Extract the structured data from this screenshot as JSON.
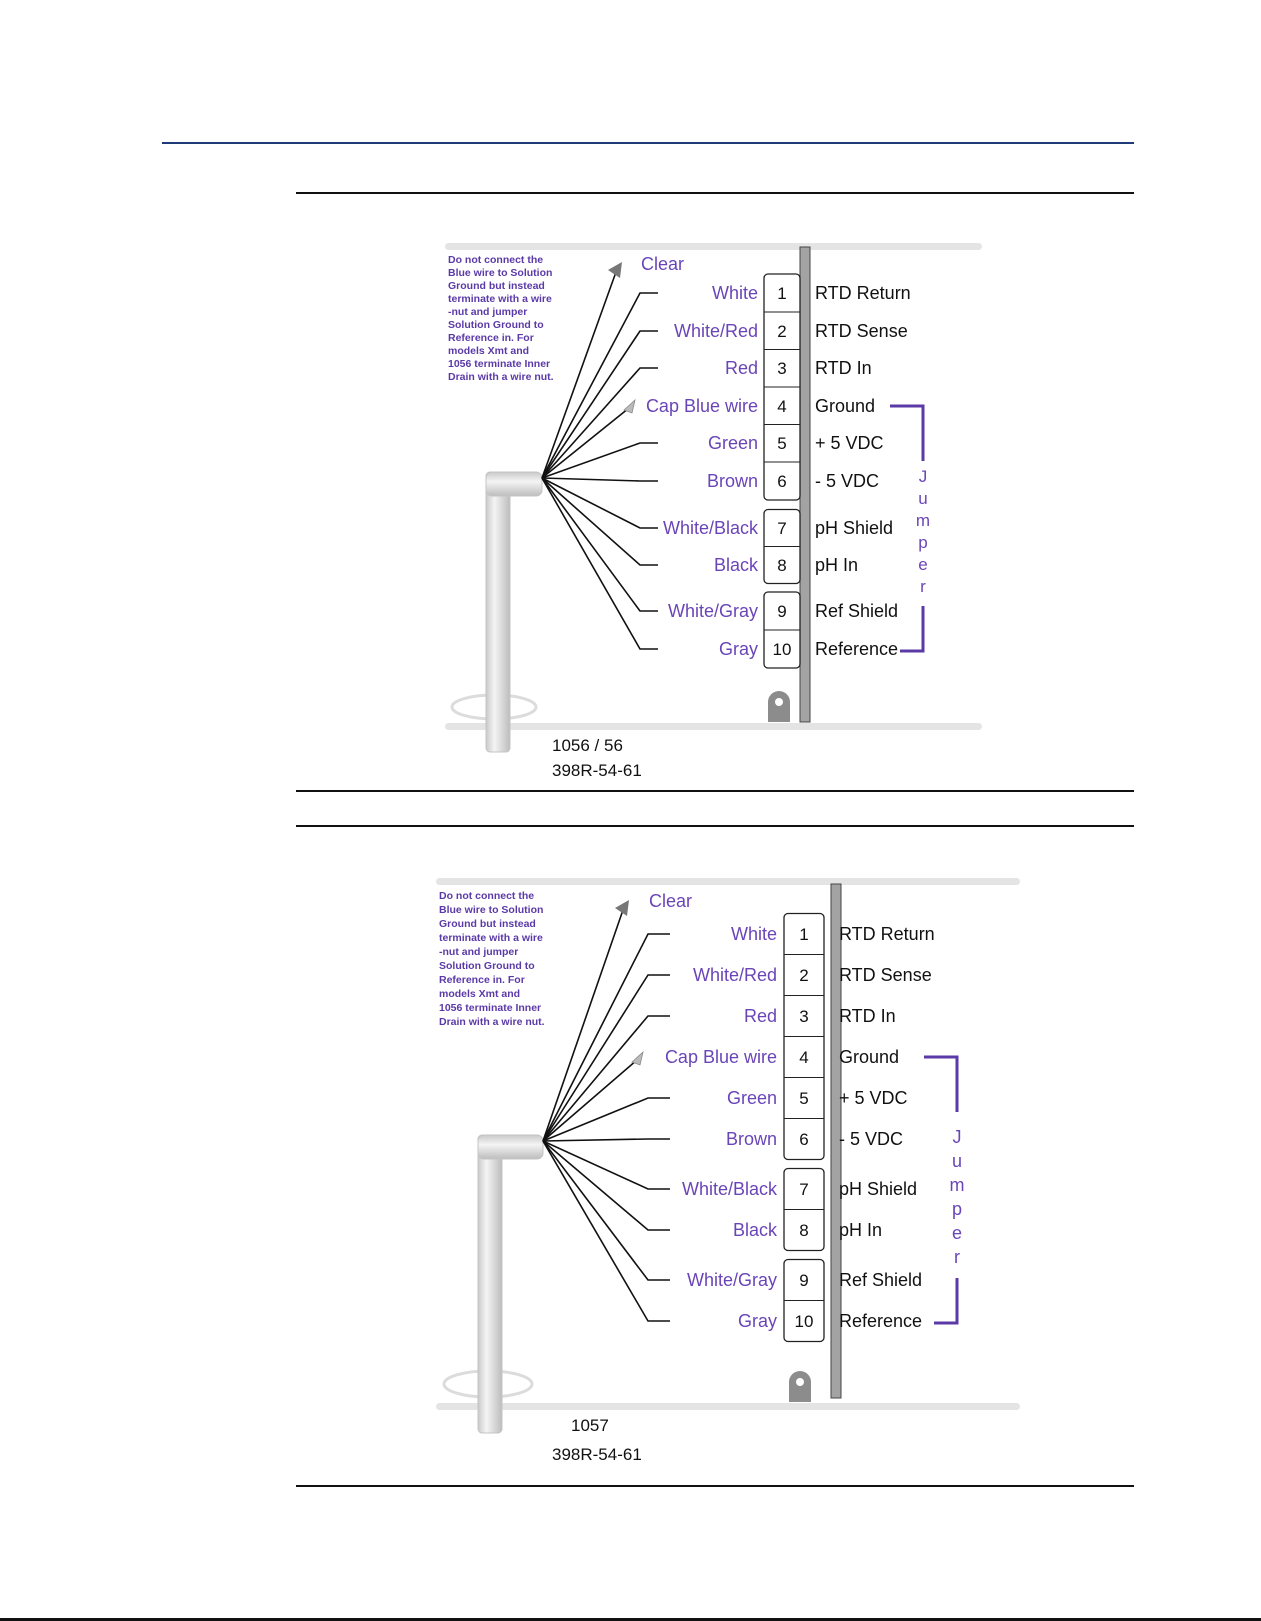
{
  "note_lines": [
    "Do not connect the",
    "Blue wire to Solution",
    "Ground but instead",
    "terminate with a wire",
    "-nut and jumper",
    "Solution Ground to",
    "Reference in.  For",
    "models Xmt and",
    "1056 terminate Inner",
    "Drain with a wire nut."
  ],
  "clear_label": "Clear",
  "terminals": [
    {
      "num": "1",
      "wire": "White",
      "label": "RTD Return"
    },
    {
      "num": "2",
      "wire": "White/Red",
      "label": "RTD Sense"
    },
    {
      "num": "3",
      "wire": "Red",
      "label": "RTD In"
    },
    {
      "num": "4",
      "wire": "Cap Blue wire",
      "label": "Ground"
    },
    {
      "num": "5",
      "wire": "Green",
      "label": "+ 5 VDC"
    },
    {
      "num": "6",
      "wire": "Brown",
      "label": "- 5 VDC"
    },
    {
      "num": "7",
      "wire": "White/Black",
      "label": "pH Shield"
    },
    {
      "num": "8",
      "wire": "Black",
      "label": "pH In"
    },
    {
      "num": "9",
      "wire": "White/Gray",
      "label": "Ref Shield"
    },
    {
      "num": "10",
      "wire": "Gray",
      "label": "Reference"
    }
  ],
  "jumper_letters": [
    "J",
    "u",
    "m",
    "p",
    "e",
    "r"
  ],
  "diagrams": [
    {
      "model": "1056 / 56",
      "part": "398R-54-61"
    },
    {
      "model": "1057",
      "part": "398R-54-61"
    }
  ],
  "colors": {
    "accent": "#6a45b8",
    "jumper": "#5a3aa6",
    "rule": "#1f3a78"
  }
}
